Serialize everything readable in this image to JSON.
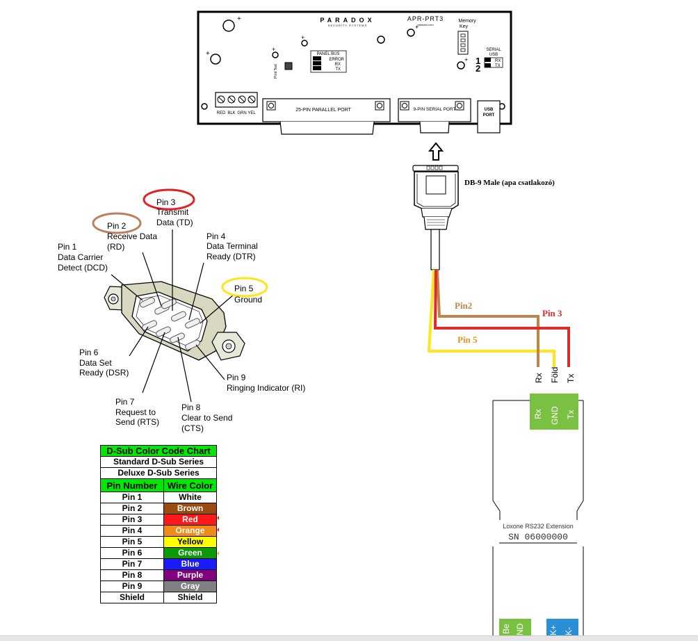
{
  "board": {
    "brand": "PARADOX",
    "brand_sub": "SECURITY SYSTEMS",
    "model": "APR-PRT3",
    "website": "paradox.com",
    "memory_key": [
      "Memory",
      "Key"
    ],
    "serial_usb": [
      "SERIAL",
      "USB"
    ],
    "switch_nums": [
      "1",
      "2"
    ],
    "switch_labels": [
      "RX",
      "TX"
    ],
    "panel_bus_title": "PANEL BUS",
    "panel_bus_items": [
      "ERROR",
      "RX",
      "TX"
    ],
    "print_test": "Print Test",
    "terminals": [
      "RED",
      "BLK",
      "GRN",
      "YEL"
    ],
    "parallel_port": "25-PIN PARALLEL PORT",
    "serial_port": "9-PIN SERIAL PORT",
    "usb_port": [
      "USB",
      "PORT"
    ]
  },
  "connector_label": "DB-9 Male (apa csatlakozó)",
  "pinout": {
    "pin1": [
      "Pin 1",
      "Data Carrier",
      "Detect (DCD)"
    ],
    "pin2": [
      "Pin 2",
      "Receive Data",
      "(RD)"
    ],
    "pin3": [
      "Pin 3",
      "Transmit",
      "Data (TD)"
    ],
    "pin4": [
      "Pin 4",
      "Data Terminal",
      "Ready (DTR)"
    ],
    "pin5": [
      "Pin 5",
      "Ground"
    ],
    "pin6": [
      "Pin 6",
      "Data Set",
      "Ready (DSR)"
    ],
    "pin7": [
      "Pin 7",
      "Request to",
      "Send (RTS)"
    ],
    "pin8": [
      "Pin 8",
      "Clear to Send",
      "(CTS)"
    ],
    "pin9": [
      "Pin 9",
      "Ringing Indicator (RI)"
    ]
  },
  "wiring": {
    "pin2_label": "Pin2",
    "pin3_label": "Pin 3",
    "pin5_label": "Pin 5",
    "wire_colors": {
      "pin2": "#c0834a",
      "pin3": "#dd2a2a",
      "pin5": "#ffe51a"
    },
    "rotated_labels": [
      "Rx",
      "Föld",
      "Tx"
    ]
  },
  "extension": {
    "terminals": [
      "Rx",
      "GND",
      "Tx"
    ],
    "name": "Loxone RS232 Extension",
    "serial": "SN 06000000",
    "bottom_left": [
      "Be",
      "ND"
    ],
    "bottom_right": [
      "K+",
      "K-"
    ]
  },
  "table": {
    "title": "D-Sub Color Code Chart",
    "series": [
      "Standard D-Sub Series",
      "Deluxe D-Sub Series"
    ],
    "headers": [
      "Pin Number",
      "Wire Color"
    ],
    "rows": [
      {
        "pin": "Pin 1",
        "color": "White",
        "bg": "#ffffff",
        "fg": "#000000"
      },
      {
        "pin": "Pin 2",
        "color": "Brown",
        "bg": "#9b4a10",
        "fg": "#ffffff"
      },
      {
        "pin": "Pin 3",
        "color": "Red",
        "bg": "#ff1a1a",
        "fg": "#ffffff"
      },
      {
        "pin": "Pin 4",
        "color": "Orange",
        "bg": "#f28a1a",
        "fg": "#ffffff"
      },
      {
        "pin": "Pin 5",
        "color": "Yellow",
        "bg": "#ffff00",
        "fg": "#000000"
      },
      {
        "pin": "Pin 6",
        "color": "Green",
        "bg": "#0a9a0a",
        "fg": "#ffffff"
      },
      {
        "pin": "Pin 7",
        "color": "Blue",
        "bg": "#1a1aff",
        "fg": "#ffffff"
      },
      {
        "pin": "Pin 8",
        "color": "Purple",
        "bg": "#800080",
        "fg": "#ffffff"
      },
      {
        "pin": "Pin 9",
        "color": "Gray",
        "bg": "#808080",
        "fg": "#ffffff"
      },
      {
        "pin": "Shield",
        "color": "Shield",
        "bg": "#ffffff",
        "fg": "#000000"
      }
    ]
  }
}
